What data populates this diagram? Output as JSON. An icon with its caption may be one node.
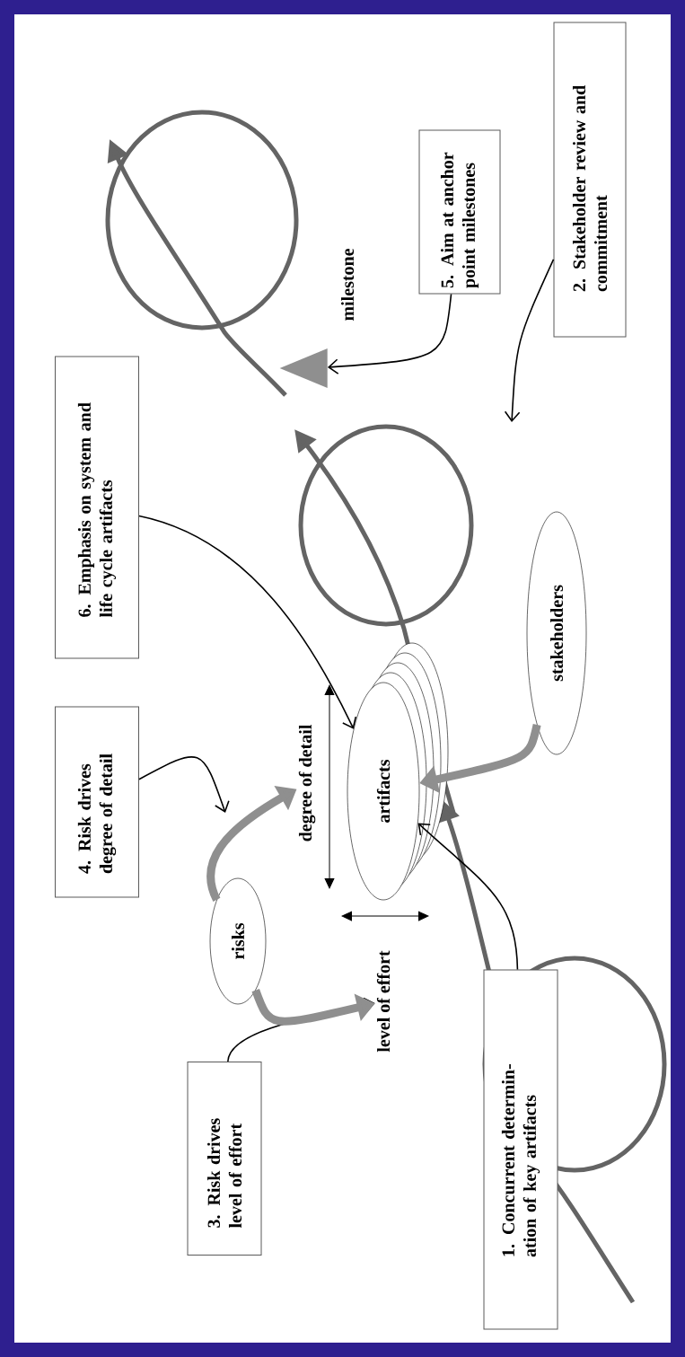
{
  "diagram": {
    "nodes": [
      {
        "text": [
          "2. Stakeholder review and commitment"
        ]
      },
      {
        "text": [
          "5. Aim at anchor point milestones"
        ]
      },
      {
        "text": [],
        "shape": "triangle",
        "beside": [
          "milestone"
        ]
      },
      {
        "text": [
          "6. Emphasis on system and life cycle artifacts"
        ]
      },
      {
        "text": [
          "stakeholders"
        ]
      },
      {
        "text": [
          "4. Risk drives degree of detail"
        ]
      },
      {
        "text": [
          "degree of detail"
        ]
      },
      {
        "text": [
          "artifacts"
        ]
      },
      {
        "text": [
          "risks"
        ]
      },
      {
        "text": [
          "level of effort"
        ]
      },
      {
        "text": [
          "1. Concurrent determin- ation of key artifacts"
        ]
      },
      {
        "text": [
          "3. Risk drives level of effort"
        ]
      }
    ],
    "edges": [
      {
        "from": 10,
        "to": 7,
        "arrow": "to"
      },
      {
        "from": 0,
        "to": null,
        "arrow": "to"
      },
      {
        "from": 11,
        "to": 9,
        "arrow": "to"
      },
      {
        "from": 5,
        "to": null,
        "arrow": "to"
      },
      {
        "from": 1,
        "to": 2,
        "arrow": "to"
      },
      {
        "from": 3,
        "to": 7,
        "arrow": "to"
      },
      {
        "from": 8,
        "to": 9,
        "arrow": "to",
        "style": "thick",
        "color": "#8f8f8f"
      },
      {
        "from": 8,
        "to": 6,
        "arrow": "to",
        "style": "thick",
        "color": "#8f8f8f"
      },
      {
        "from": 4,
        "to": 7,
        "arrow": "to",
        "style": "thick",
        "color": "#8f8f8f"
      }
    ]
  }
}
